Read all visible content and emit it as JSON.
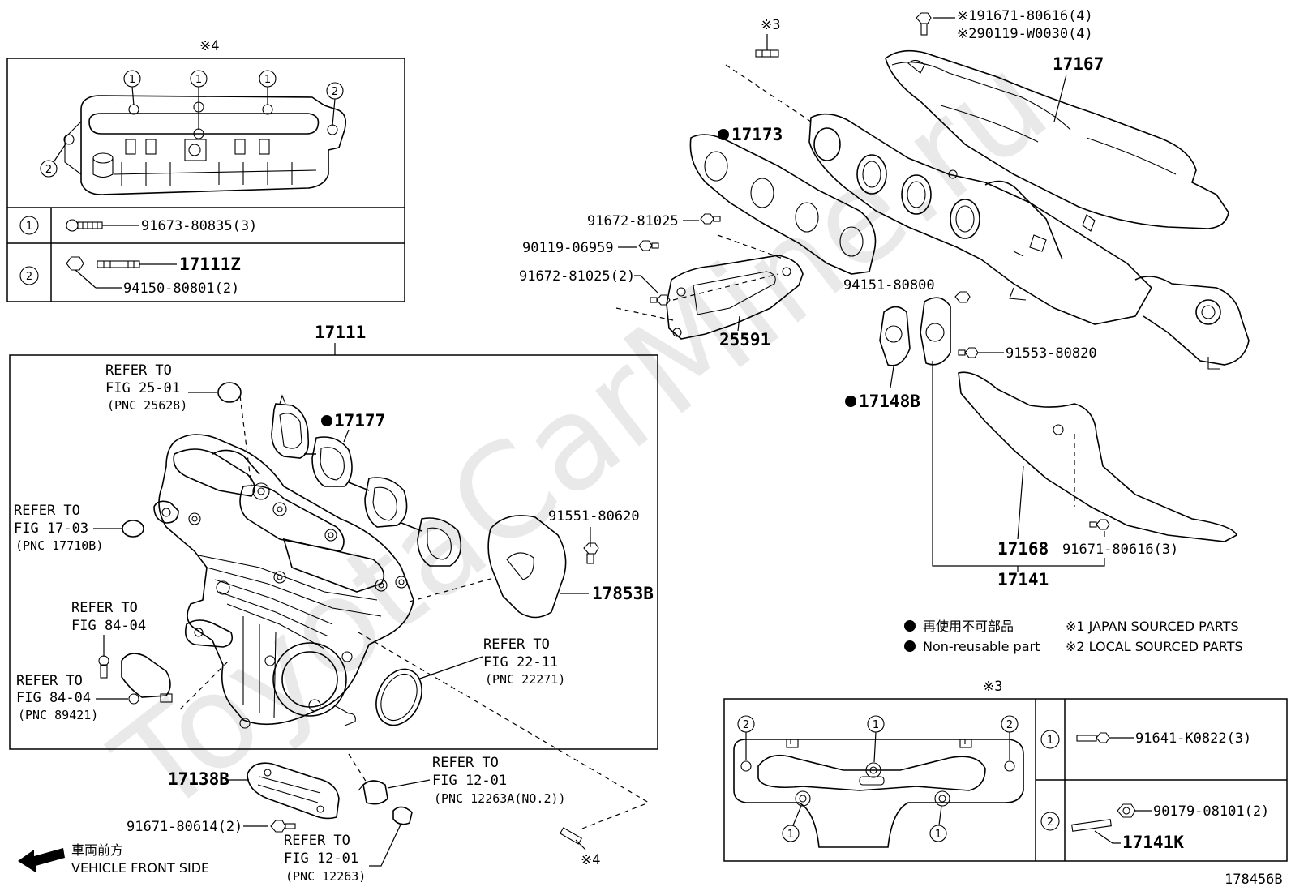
{
  "watermark": "ToyotaCarMine.ru",
  "figure_code": "178456B",
  "front_side": {
    "jp": "車両前方",
    "en": "VEHICLE FRONT SIDE"
  },
  "legend": {
    "nonreusable_jp": "再使用不可部品",
    "nonreusable_en": "Non-reusable part",
    "note1": "※1 JAPAN SOURCED PARTS",
    "note2": "※2 LOCAL SOURCED PARTS"
  },
  "inset4": {
    "title": "※4",
    "rows": [
      {
        "num": "1",
        "parts": [
          "91673-80835(3)"
        ]
      },
      {
        "num": "2",
        "parts": [
          "17111Z",
          "94150-80801(2)"
        ]
      }
    ]
  },
  "inset3": {
    "title": "※3",
    "rows": [
      {
        "num": "1",
        "parts": [
          "91641-K0822(3)"
        ]
      },
      {
        "num": "2",
        "parts": [
          "90179-08101(2)",
          "17141K"
        ]
      }
    ]
  },
  "labels": {
    "p17111": "17111",
    "p17177": "17177",
    "p91551_80620": "91551-80620",
    "p17853B": "17853B",
    "p17138B": "17138B",
    "p91671_80614": "91671-80614(2)",
    "p17173": "17173",
    "p17167": "17167",
    "p91671_80616_4": "※191671-80616(4)",
    "p90119_W0030": "※290119-W0030(4)",
    "mark3_top": "※3",
    "mark4_bottom": "※4",
    "p91672_81025": "91672-81025",
    "p90119_06959": "90119-06959",
    "p91672_81025_2": "91672-81025(2)",
    "p25591": "25591",
    "p94151_80800": "94151-80800",
    "p91553_80820": "91553-80820",
    "p17148B": "17148B",
    "p17168": "17168",
    "p91671_80616_3": "91671-80616(3)",
    "p17141": "17141"
  },
  "refs": [
    {
      "l1": "REFER TO",
      "l2": "FIG 25-01",
      "l3": "(PNC 25628)"
    },
    {
      "l1": "REFER TO",
      "l2": "FIG 17-03",
      "l3": "(PNC 17710B)"
    },
    {
      "l1": "REFER TO",
      "l2": "FIG 84-04",
      "l3": ""
    },
    {
      "l1": "REFER TO",
      "l2": "FIG 84-04",
      "l3": "(PNC 89421)"
    },
    {
      "l1": "REFER TO",
      "l2": "FIG 22-11",
      "l3": "(PNC 22271)"
    },
    {
      "l1": "REFER TO",
      "l2": "FIG 12-01",
      "l3": "(PNC 12263A(NO.2))"
    },
    {
      "l1": "REFER TO",
      "l2": "FIG 12-01",
      "l3": "(PNC 12263)"
    }
  ]
}
